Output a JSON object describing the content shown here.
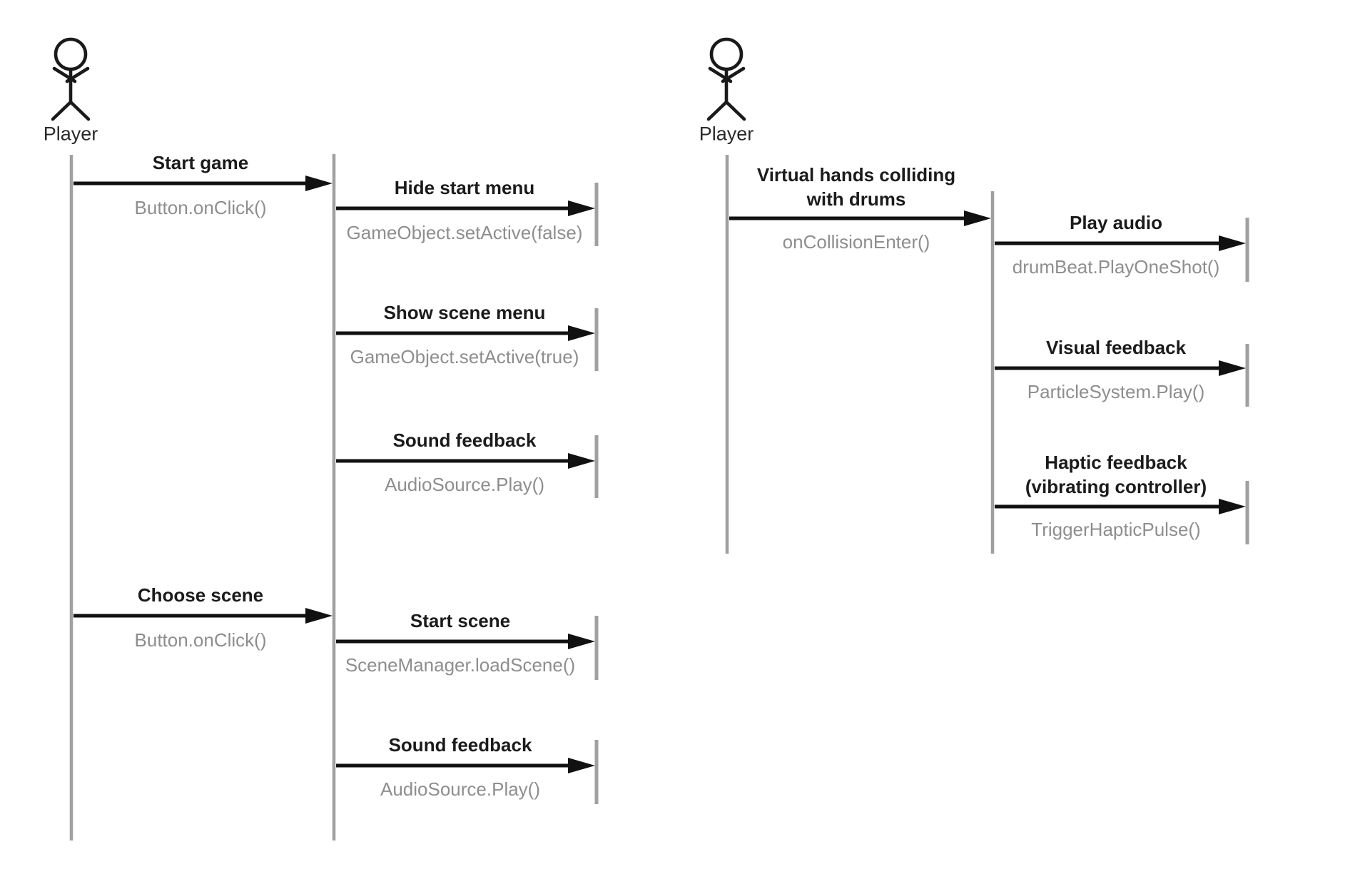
{
  "diagram": {
    "left_panel": {
      "actor_label": "Player",
      "messages": [
        {
          "label": "Start game",
          "method": "Button.onClick()"
        },
        {
          "label": "Hide start menu",
          "method": "GameObject.setActive(false)"
        },
        {
          "label": "Show scene menu",
          "method": "GameObject.setActive(true)"
        },
        {
          "label": "Sound feedback",
          "method": "AudioSource.Play()"
        },
        {
          "label": "Choose scene",
          "method": "Button.onClick()"
        },
        {
          "label": "Start scene",
          "method": "SceneManager.loadScene()"
        },
        {
          "label": "Sound feedback",
          "method": "AudioSource.Play()"
        }
      ]
    },
    "right_panel": {
      "actor_label": "Player",
      "messages": [
        {
          "lines": [
            "Virtual hands colliding",
            "with drums"
          ],
          "method": "onCollisionEnter()"
        },
        {
          "label": "Play audio",
          "method": "drumBeat.PlayOneShot()"
        },
        {
          "label": "Visual feedback",
          "method": "ParticleSystem.Play()"
        },
        {
          "lines": [
            "Haptic feedback",
            "(vibrating controller)"
          ],
          "method": "TriggerHapticPulse()"
        }
      ]
    },
    "colors": {
      "background": "#ffffff",
      "message_label": "#1b1b1b",
      "method_text": "#8e8e8e",
      "lifeline": "#a0a0a0",
      "arrow": "#111111",
      "actor_figure": "#1a1a1a"
    }
  }
}
